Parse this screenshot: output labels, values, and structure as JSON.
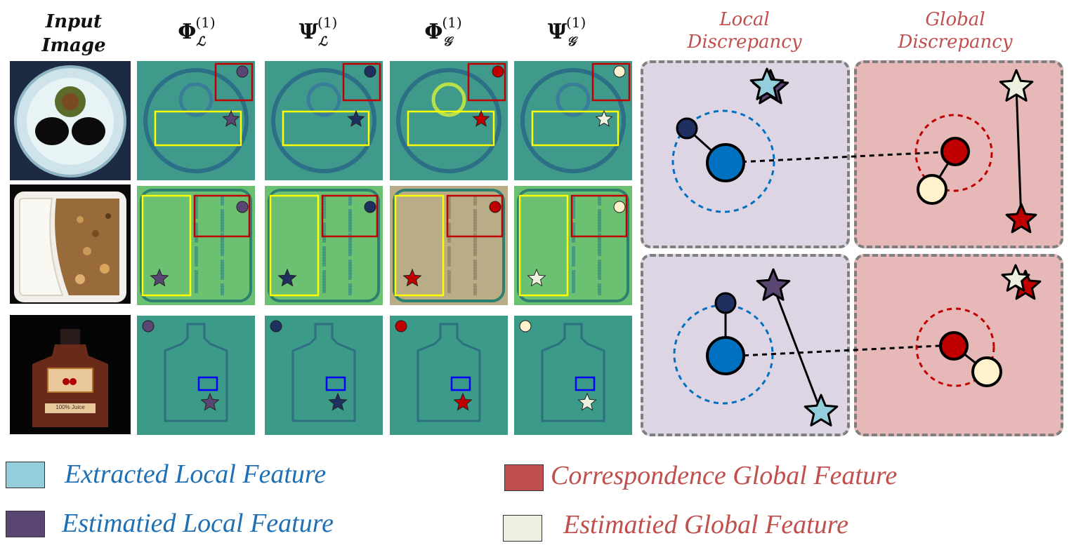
{
  "headers": {
    "input_line1": "Input",
    "input_line2": "Image",
    "phi_local": {
      "base": "Φ",
      "sub": "ℒ",
      "sup": "(1)"
    },
    "psi_local": {
      "base": "Ψ",
      "sub": "ℒ",
      "sup": "(1)"
    },
    "phi_global": {
      "base": "Φ",
      "sub": "𝒢",
      "sup": "(1)"
    },
    "psi_global": {
      "base": "Ψ",
      "sub": "𝒢",
      "sup": "(1)"
    },
    "local_line1": "Local",
    "local_line2": "Discrepancy",
    "global_line1": "Global",
    "global_line2": "Discrepancy"
  },
  "thumbnail_label": "100% Juice",
  "legend": [
    {
      "label": "Extracted Local Feature",
      "color": "#94cddc",
      "text_color": "#1f6fb4"
    },
    {
      "label": "Estimatied Local Feature",
      "color": "#5a4673",
      "text_color": "#1f6fb4"
    },
    {
      "label": "Correspondence Global Feature",
      "color": "#c0504d",
      "text_color": "#c0504d"
    },
    {
      "label": "Estimatied Global Feature",
      "color": "#ebf1de",
      "text_color": "#c0504d"
    }
  ],
  "colors": {
    "local_panel": "#ddd5e4",
    "global_panel": "#e6b8b7",
    "star_extracted_local": "#94cddc",
    "star_estimated_local": "#5a4673",
    "star_global": "#c00000",
    "star_est_global": "#ebf1de",
    "node_dark": "#1f2f5f",
    "node_blue": "#0070c0",
    "node_red": "#c00000",
    "node_cream": "#fff2cc",
    "box_yellow": "#ffff00",
    "box_red": "#c00000",
    "box_blue": "#0000ff"
  }
}
